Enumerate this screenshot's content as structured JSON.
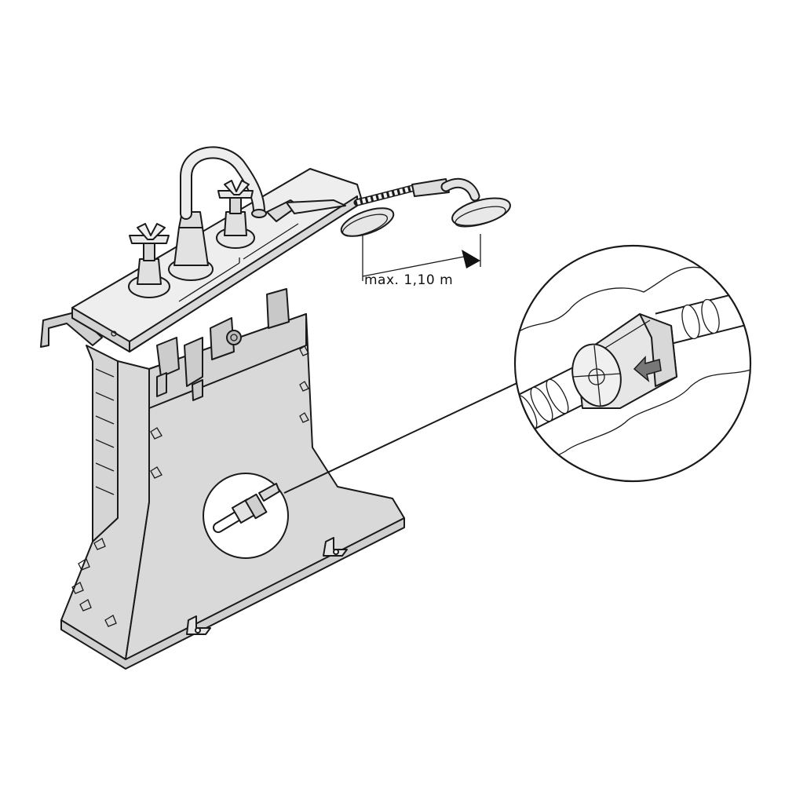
{
  "annotation": {
    "max_length_label": "max. 1,10 m"
  },
  "colors": {
    "frame_fill": "#d9d9d9",
    "deck_fill": "#ececec",
    "outline": "#1a1a1a",
    "arrow": "#777777"
  },
  "icons": {
    "flow_arrow": "flow-direction-arrow",
    "detail_callout": "magnifier-callout"
  }
}
